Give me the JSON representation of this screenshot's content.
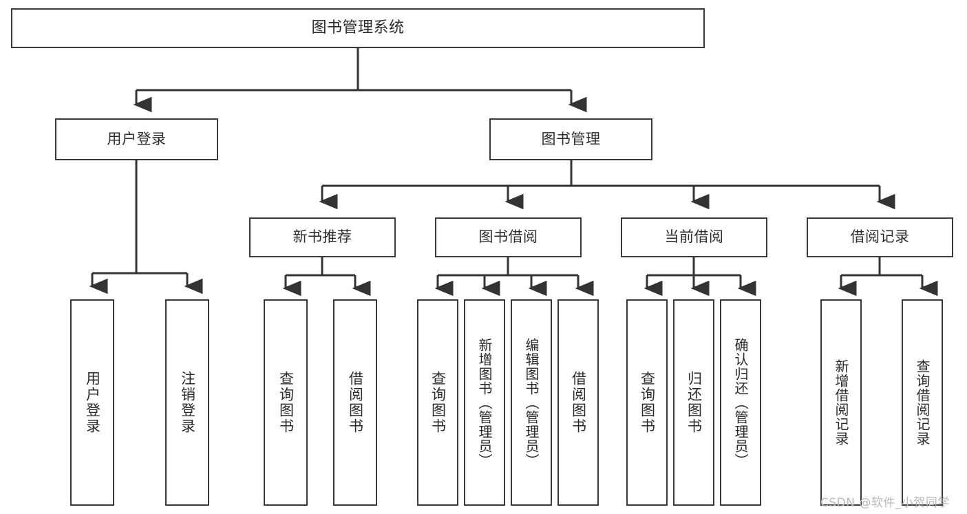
{
  "diagram": {
    "title": "图书管理系统",
    "type": "tree-hierarchy-chart",
    "colors": {
      "box_border": "#3a3a3a",
      "box_fill": "#ffffff",
      "edge": "#333333",
      "text": "#2b2b2b",
      "watermark": "#b9b9b9",
      "background": "#ffffff"
    }
  },
  "nodes": {
    "root": {
      "label": "图书管理系统"
    },
    "level2": [
      {
        "label": "用户登录"
      },
      {
        "label": "图书管理"
      }
    ],
    "level3": [
      {
        "label": "新书推荐"
      },
      {
        "label": "图书借阅"
      },
      {
        "label": "当前借阅"
      },
      {
        "label": "借阅记录"
      }
    ],
    "leaves_user_login": [
      {
        "label": "用户登录"
      },
      {
        "label": "注销登录"
      }
    ],
    "leaves_new_book": [
      {
        "label": "查询图书"
      },
      {
        "label": "借阅图书"
      }
    ],
    "leaves_borrow": [
      {
        "label": "查询图书"
      },
      {
        "label": "新增图书（管理员）"
      },
      {
        "label": "编辑图书（管理员）"
      },
      {
        "label": "借阅图书"
      }
    ],
    "leaves_current": [
      {
        "label": "查询图书"
      },
      {
        "label": "归还图书"
      },
      {
        "label": "确认归还（管理员）"
      }
    ],
    "leaves_record": [
      {
        "label": "新增借阅记录"
      },
      {
        "label": "查询借阅记录"
      }
    ]
  },
  "watermark": {
    "text": "CSDN @软件_小贺同学"
  }
}
